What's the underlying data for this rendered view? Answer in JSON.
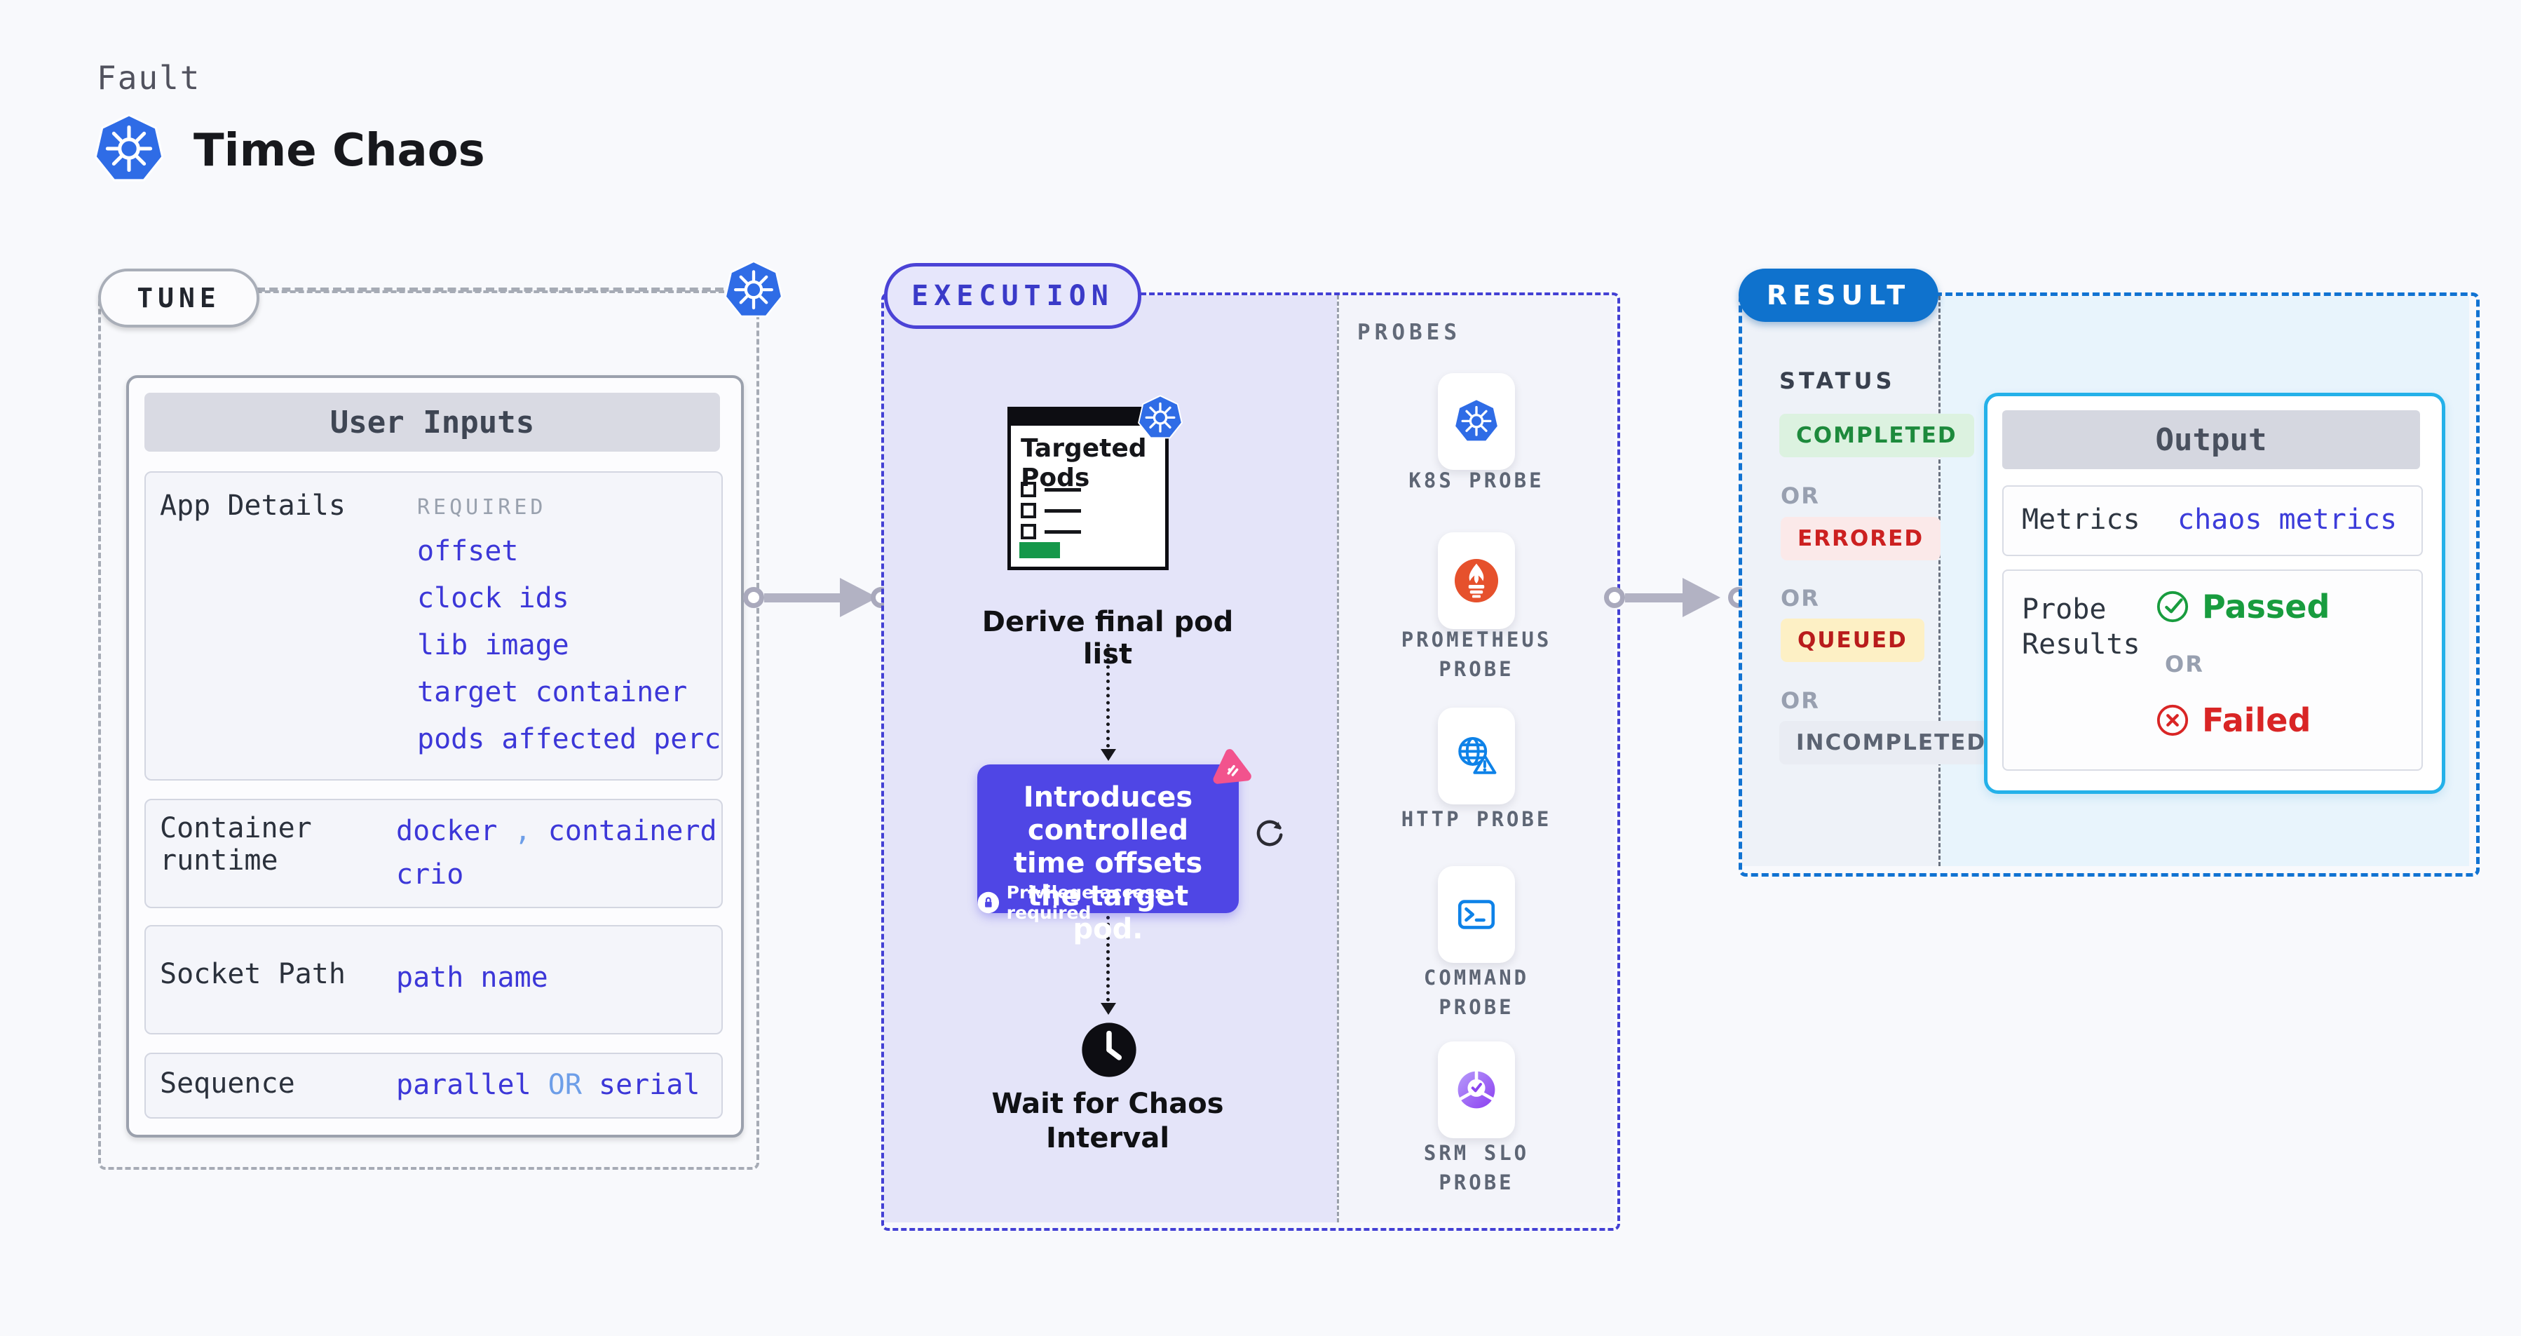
{
  "page": {
    "eyebrow": "Fault",
    "title": "Time Chaos"
  },
  "tune": {
    "pill": "TUNE",
    "user_inputs_header": "User Inputs",
    "app_details": {
      "label": "App Details",
      "tag": "REQUIRED",
      "links": [
        "offset",
        "clock ids",
        "lib image",
        "target container",
        "pods affected perc"
      ]
    },
    "container_runtime": {
      "label": "Container runtime",
      "value1": "docker",
      "separator": ",",
      "value2": "containerd",
      "value3": "crio"
    },
    "socket_path": {
      "label": "Socket Path",
      "value": "path name"
    },
    "sequence": {
      "label": "Sequence",
      "option1": "parallel",
      "conjunction": "OR",
      "option2": "serial"
    }
  },
  "execution": {
    "pill": "EXECUTION",
    "targeted_pods_title": "Targeted Pods",
    "derive_label": "Derive final pod list",
    "tooltip_text": "Introduces controlled time offsets the target pod.",
    "tooltip_note": "Privilege access required",
    "wait_label": "Wait for Chaos Interval"
  },
  "probes": {
    "header": "PROBES",
    "items": [
      {
        "label": "K8S PROBE",
        "icon": "kubernetes-icon"
      },
      {
        "label": "PROMETHEUS PROBE",
        "icon": "prometheus-icon"
      },
      {
        "label": "HTTP PROBE",
        "icon": "globe-warning-icon"
      },
      {
        "label": "COMMAND PROBE",
        "icon": "terminal-icon"
      },
      {
        "label": "SRM SLO PROBE",
        "icon": "slo-donut-check-icon"
      }
    ]
  },
  "result": {
    "pill": "RESULT",
    "status_header": "STATUS",
    "or_label": "OR",
    "statuses": [
      {
        "label": "COMPLETED",
        "bg": "#dcf2e0",
        "color": "#1d8a3c"
      },
      {
        "label": "ERRORED",
        "bg": "#fbe9e9",
        "color": "#cc2020"
      },
      {
        "label": "QUEUED",
        "bg": "#fdf0c5",
        "color": "#b91c1c"
      },
      {
        "label": "INCOMPLETED",
        "bg": "#e9ecf3",
        "color": "#5b6372"
      }
    ],
    "output": {
      "header": "Output",
      "metrics_label": "Metrics",
      "metrics_value": "chaos metrics",
      "probe_results_label": "Probe Results",
      "passed_label": "Passed",
      "or_label": "OR",
      "failed_label": "Failed"
    }
  },
  "icons": {
    "kubernetes-icon": "blue heptagon with white ship wheel",
    "prometheus-icon": "orange circle with white torch flame",
    "globe-warning-icon": "blue globe with warning triangle",
    "terminal-icon": "blue terminal >_ square",
    "slo-donut-check-icon": "purple segmented donut with check",
    "litmus-chaos-icon": "pink rounded triangle pinwheel",
    "clock-icon": "black clock face",
    "refresh-icon": "dark circular arrow",
    "lock-icon": "white circle with purple padlock",
    "check-circle-icon": "green outlined circle with check",
    "x-circle-icon": "red outlined circle with X"
  },
  "colors": {
    "background": "#f8f9fc",
    "link_blue": "#3c37d8",
    "light_blue_conjunction": "#6d9ee8",
    "execution_indigo": "#4340d4",
    "execution_fill": "#e4e4f9",
    "tooltip_purple": "#4f46e5",
    "result_blue": "#0f72cd",
    "output_border_cyan": "#24b1e9",
    "result_fill": "#e8f4fc",
    "passed_green": "#189c3e",
    "failed_red": "#d92525",
    "arrow_gray": "#b2b2c3",
    "kubernetes_blue": "#2f6ce6",
    "prometheus_orange": "#e6512c",
    "litmus_pink": "#f2538d",
    "targeted_pods_green": "#15984a"
  }
}
